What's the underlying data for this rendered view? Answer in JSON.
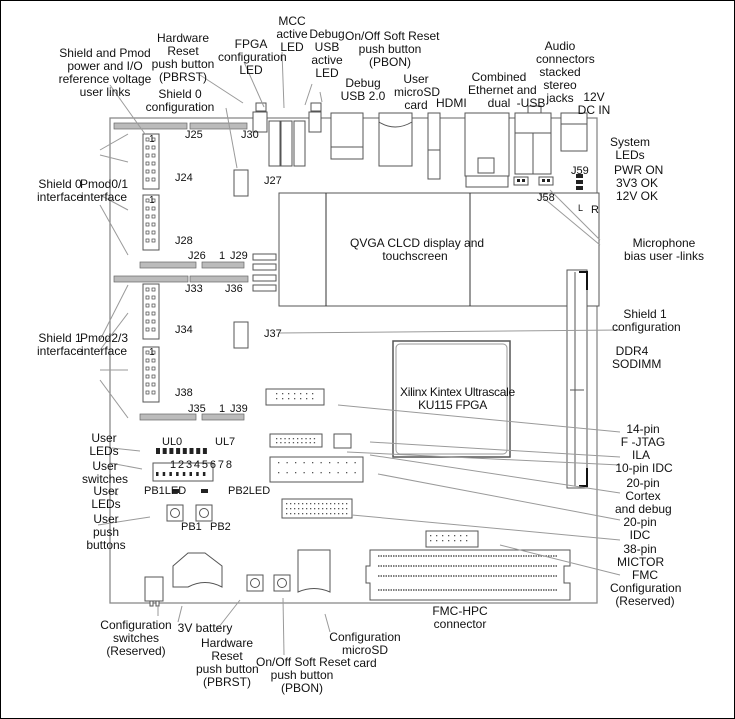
{
  "title": "Kintex UltraScale KU115 FPGA board component locations",
  "callouts": {
    "shield_pmod_power": [
      "Shield and Pmod",
      "power and I/O",
      "reference voltage",
      "user links"
    ],
    "hardware_reset_top": [
      "Hardware",
      "Reset",
      "push button",
      "(PBRST)"
    ],
    "fpga_config_led": [
      "FPGA",
      "configuration",
      "LED"
    ],
    "mcc_active_led": [
      "MCC",
      "active",
      "LED"
    ],
    "debug_usb_active_led": [
      "Debug",
      "USB",
      "active",
      "LED"
    ],
    "onoff_reset_top": [
      "On/Off Soft Reset",
      "push button",
      "(PBON)"
    ],
    "debug_usb": [
      "Debug",
      "USB 2.0"
    ],
    "user_microsd": [
      "User",
      "microSD",
      "card"
    ],
    "hdmi": [
      "HDMI"
    ],
    "ethernet_usb": [
      "Combined",
      "Ethernet and",
      "dual",
      "-USB"
    ],
    "audio": [
      "Audio",
      "connectors",
      "stacked",
      "stereo",
      "jacks"
    ],
    "dc_in": [
      "12V",
      "DC IN"
    ],
    "shield0_config": [
      "Shield 0",
      "configuration"
    ],
    "system_leds": [
      "System",
      "LEDs"
    ],
    "system_led_list": [
      "PWR ON",
      "3V3 OK",
      "12V OK"
    ],
    "shield0_interface": [
      "Shield 0",
      "interface"
    ],
    "pmod01_interface": [
      "Pmod0/1",
      "interface"
    ],
    "microphone_bias": [
      "Microphone",
      "bias user      -links"
    ],
    "shield1_config": [
      "Shield 1",
      "configuration"
    ],
    "ddr4": [
      "DDR4",
      "SODIMM"
    ],
    "shield1_interface": [
      "Shield 1",
      "interface"
    ],
    "pmod23_interface": [
      "Pmod2/3",
      "interface"
    ],
    "lcd": [
      "QVGA CLCD display and",
      "touchscreen"
    ],
    "fpga": [
      "Xilinx Kintex Ultrascale",
      "KU115 FPGA"
    ],
    "jtag14": [
      "14-pin",
      "F      -JTAG"
    ],
    "ila": [
      "ILA"
    ],
    "idc10": [
      "10-pin IDC"
    ],
    "cortex20": [
      "20-pin",
      "Cortex",
      "and debug"
    ],
    "idc20": [
      "20-pin",
      "IDC"
    ],
    "mictor38": [
      "38-pin",
      "MICTOR"
    ],
    "fmc_config": [
      "FMC",
      "Configuration",
      "(Reserved)"
    ],
    "user_leds": [
      "User",
      "LEDs"
    ],
    "user_switches": [
      "User",
      "switches"
    ],
    "user_pb_leds": [
      "User",
      "LEDs"
    ],
    "user_push_buttons": [
      "User",
      "push",
      "buttons"
    ],
    "config_switches": [
      "Configuration",
      "switches",
      "(Reserved)"
    ],
    "battery": [
      "3V battery"
    ],
    "hardware_reset_bottom": [
      "Hardware",
      "Reset",
      "push button",
      "(PBRST)"
    ],
    "onoff_reset_bottom": [
      "On/Off Soft Reset",
      "push button",
      "(PBON)"
    ],
    "config_microsd": [
      "Configuration",
      "microSD",
      "card"
    ],
    "fmc_hpc": [
      "FMC-HPC",
      "connector"
    ]
  },
  "refs": {
    "j25": "J25",
    "j30": "J30",
    "j24": "J24",
    "j27": "J27",
    "j28": "J28",
    "j26": "J26",
    "j29": "J29",
    "j29_pin": "1",
    "j33": "J33",
    "j36": "J36",
    "j34": "J34",
    "j37": "J37",
    "j38": "J38",
    "j35": "J35",
    "j39": "J39",
    "j39_pin": "1",
    "j58": "J58",
    "j59": "J59",
    "mic_l": "L",
    "mic_r": "R",
    "pin1_a": "1",
    "pin1_b": "1",
    "pin1_c": "1",
    "ul0": "UL0",
    "ul7": "UL7",
    "switch_numbers": "1 2 3 4 5 6 7 8",
    "pb1led": "PB1LED",
    "pb2led": "PB2LED",
    "pb1": "PB1",
    "pb2": "PB2"
  }
}
